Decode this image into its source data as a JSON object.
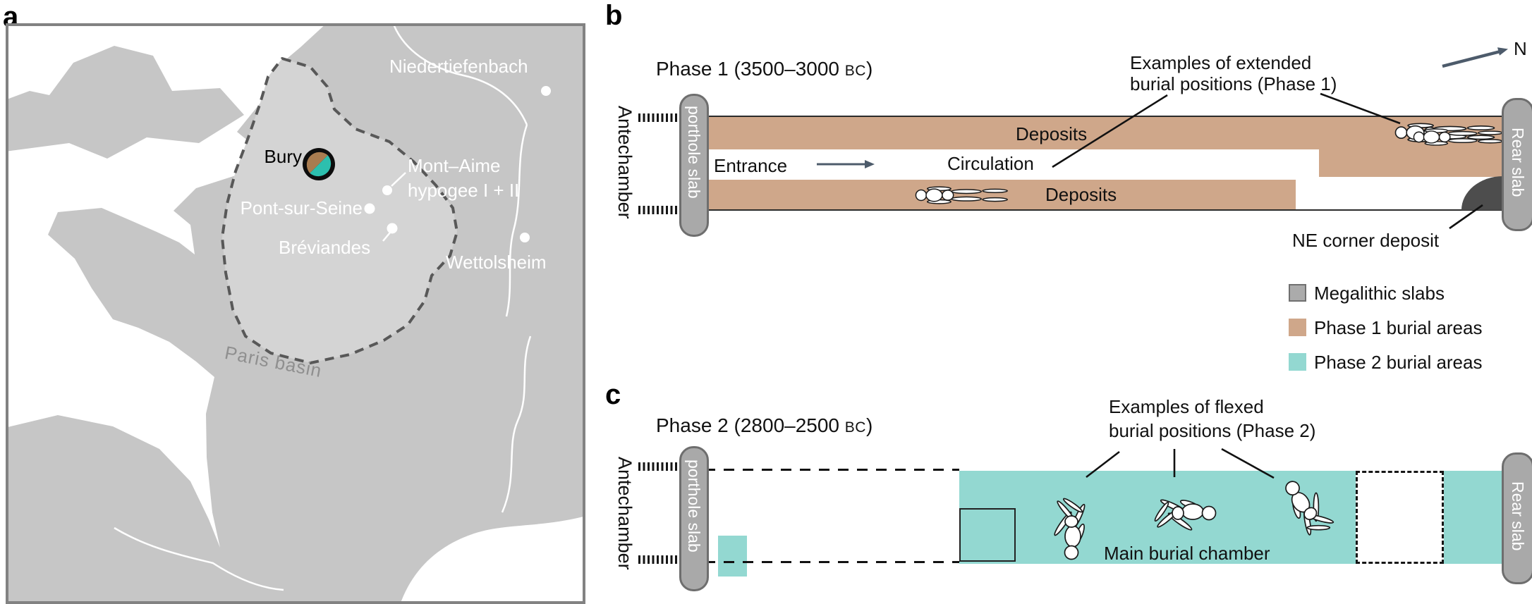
{
  "figure": {
    "panel_a": "a",
    "panel_b": "b",
    "panel_c": "c"
  },
  "map": {
    "bury": "Bury",
    "region": "Paris basin",
    "sites": {
      "niedertiefenbach": "Niedertiefenbach",
      "mont_aime_1": "Mont–Aime",
      "mont_aime_2": "hypogee I + II",
      "pont_sur_seine": "Pont-sur-Seine",
      "breviandes": "Bréviandes",
      "wettolsheim": "Wettolsheim"
    }
  },
  "phase1": {
    "title": "Phase 1 (3500–3000 ",
    "title_era": "BC",
    "title_close": ")",
    "antechamber": "Antechamber",
    "porthole_slab": "porthole slab",
    "entrance": "Entrance",
    "circulation": "Circulation",
    "deposits_upper": "Deposits",
    "deposits_lower": "Deposits",
    "examples_1": "Examples of extended",
    "examples_2": "burial positions (Phase 1)",
    "ne_corner": "NE corner deposit",
    "rear_slab": "Rear slab",
    "north": "N"
  },
  "phase2": {
    "title": "Phase 2  (2800–2500 ",
    "title_era": "BC",
    "title_close": ")",
    "antechamber": "Antechamber",
    "porthole_slab": "porthole slab",
    "examples_1": "Examples of flexed",
    "examples_2": "burial positions (Phase 2)",
    "main_chamber": "Main burial chamber",
    "rear_slab": "Rear slab"
  },
  "legend": {
    "items": [
      {
        "label": "Megalithic slabs",
        "color": "#ababab"
      },
      {
        "label": "Phase 1 burial areas",
        "color": "#cfa78a"
      },
      {
        "label": "Phase 2 burial areas",
        "color": "#93d8d1"
      }
    ]
  },
  "colors": {
    "phase1_burial": "#cfa78a",
    "phase2_burial": "#93d8d1",
    "megalithic_slab": "#a9a9a9",
    "ne_corner_deposit": "#4d4d4d",
    "bury_marker_brown": "#a97c50",
    "bury_marker_teal": "#2cbfae",
    "north_arrow": "#4d5b6b",
    "land": "#c6c6c6",
    "paris_basin": "#d4d4d4"
  }
}
